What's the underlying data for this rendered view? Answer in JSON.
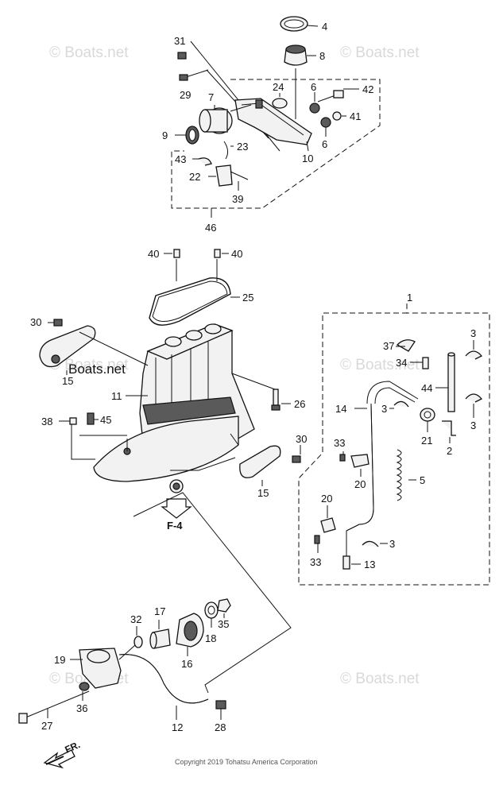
{
  "watermarks": [
    "© Boats.net",
    "© Boats.net",
    "© Boats.net",
    "© Boats.net",
    "© Boats.net",
    "© Boats.net"
  ],
  "inline_watermark": "Boats.net",
  "copyright": "Copyright 2019 Tohatsu America Corporation",
  "ref_label": "F-4",
  "direction_label": "FR.",
  "callouts": {
    "c1": "1",
    "c2": "2",
    "c3a": "3",
    "c3b": "3",
    "c3c": "3",
    "c3d": "3",
    "c4": "4",
    "c5": "5",
    "c6a": "6",
    "c6b": "6",
    "c7": "7",
    "c8": "8",
    "c9": "9",
    "c10": "10",
    "c11": "11",
    "c12": "12",
    "c13": "13",
    "c14": "14",
    "c15a": "15",
    "c15b": "15",
    "c16": "16",
    "c17": "17",
    "c18": "18",
    "c19": "19",
    "c20a": "20",
    "c20b": "20",
    "c21": "21",
    "c22": "22",
    "c23": "23",
    "c24": "24",
    "c25": "25",
    "c26": "26",
    "c27": "27",
    "c28": "28",
    "c29": "29",
    "c30a": "30",
    "c30b": "30",
    "c31": "31",
    "c32": "32",
    "c33a": "33",
    "c33b": "33",
    "c34": "34",
    "c35": "35",
    "c36": "36",
    "c37": "37",
    "c38": "38",
    "c39": "39",
    "c40a": "40",
    "c40b": "40",
    "c41": "41",
    "c42": "42",
    "c43": "43",
    "c44": "44",
    "c45": "45",
    "c46": "46"
  }
}
